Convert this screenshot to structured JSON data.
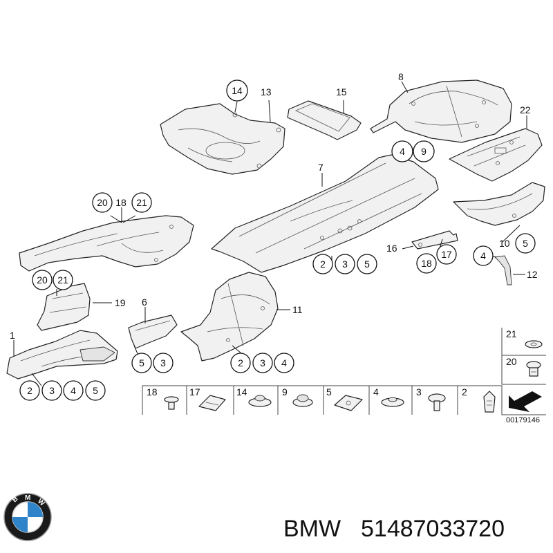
{
  "callouts": {
    "c14a": "14",
    "c13": "13",
    "c15": "15",
    "c8": "8",
    "c22": "22",
    "c4a": "4",
    "c9a": "9",
    "c7": "7",
    "c20a": "20",
    "c18a": "18",
    "c21a": "21",
    "c16": "16",
    "c17a": "17",
    "c18b": "18",
    "c10": "10",
    "c5a": "5",
    "c4b": "4",
    "c12": "12",
    "c2a": "2",
    "c3a": "3",
    "c5b": "5",
    "c20b": "20",
    "c21b": "21",
    "c19": "19",
    "c6": "6",
    "c11": "11",
    "c1": "1",
    "c5c": "5",
    "c3b": "3",
    "c2b": "2",
    "c3c": "3",
    "c4c": "4",
    "c2c": "2",
    "c3d": "3",
    "c4d": "4",
    "c5d": "5"
  },
  "legend": {
    "side": [
      "21",
      "20"
    ],
    "row": [
      "18",
      "17",
      "14",
      "9",
      "5",
      "4",
      "3",
      "2"
    ],
    "diagram_code": "00179146"
  },
  "caption": {
    "brand": "BMW",
    "part_number": "51487033720"
  },
  "logo": {
    "letters": "BMW",
    "colors": {
      "ring": "#1a1a1a",
      "blue": "#2f83c9",
      "white": "#ffffff"
    }
  }
}
